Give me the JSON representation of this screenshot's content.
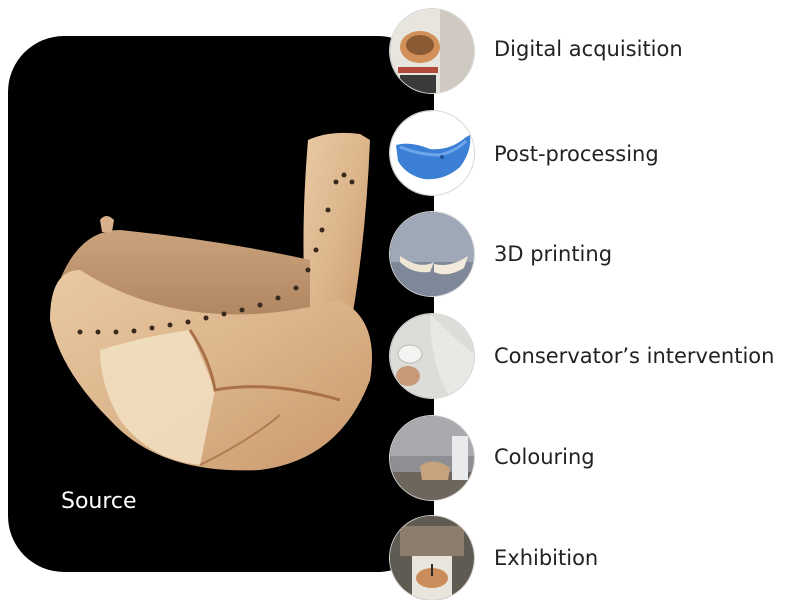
{
  "source": {
    "label": "Source"
  },
  "steps": [
    {
      "label": "Digital acquisition",
      "icon": "scanner-photo-icon"
    },
    {
      "label": "Post-processing",
      "icon": "3d-model-icon"
    },
    {
      "label": "3D printing",
      "icon": "printed-fragments-icon"
    },
    {
      "label": "Conservator’s intervention",
      "icon": "conservator-hands-icon"
    },
    {
      "label": "Colouring",
      "icon": "colouring-photo-icon"
    },
    {
      "label": "Exhibition",
      "icon": "exhibition-photo-icon"
    }
  ]
}
